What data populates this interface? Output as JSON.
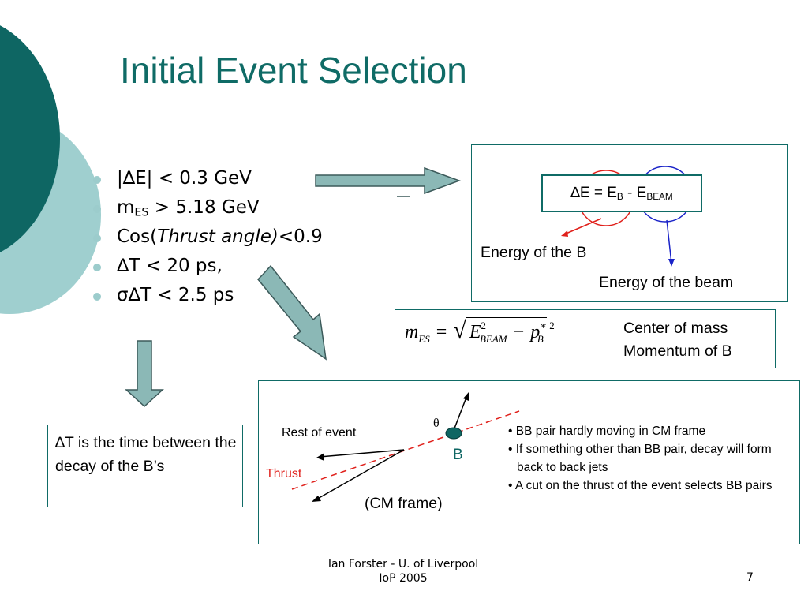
{
  "slide": {
    "title": "Initial Event Selection",
    "bullets": [
      {
        "pre": "|∆E| < 0.3 GeV"
      },
      {
        "pre": "m",
        "sub": "ES",
        "post": " > 5.18 GeV"
      },
      {
        "pre": "Cos(",
        "italic": "Thrust angle)",
        "post": "<0.9"
      },
      {
        "pre": "∆T < 20 ps,"
      },
      {
        "pre": "σ∆T < 2.5 ps"
      }
    ]
  },
  "delta_e_box": {
    "formula": {
      "a": "∆E = E",
      "b_sub": "B",
      "c": " - E",
      "d_sub": "BEAM"
    },
    "energy_b": "Energy of the B",
    "energy_beam": "Energy of the beam"
  },
  "mes_box": {
    "m": "m",
    "m_sub": "ES",
    "eq": "=",
    "e": "E",
    "e_sup": "2",
    "e_sub": "BEAM",
    "minus": "−",
    "p": "p",
    "p_sup": "∗ 2",
    "p_sub": "B",
    "label_line1": "Center of mass",
    "label_line2": "Momentum of B"
  },
  "dt_box": {
    "text": "∆T is the time between the decay of the B’s"
  },
  "cm_box": {
    "theta": "θ",
    "rest_of_event": "Rest of event",
    "b_label": "B",
    "thrust": "Thrust",
    "cm_frame": "(CM frame)",
    "bullets": [
      "• BB pair hardly moving in CM frame",
      "• If something other than BB pair, decay will form back to back jets",
      "• A cut on the thrust of the event selects BB pairs"
    ]
  },
  "footer": {
    "line1": "Ian Forster - U. of Liverpool",
    "line2": "IoP 2005",
    "page": "7"
  },
  "colors": {
    "title": "#0f6b66",
    "dark_teal": "#0e6663",
    "light_teal": "#9fcfcf",
    "arrow_fill": "#8bb8b6",
    "red": "#e0201b",
    "blue": "#1a23c8"
  }
}
